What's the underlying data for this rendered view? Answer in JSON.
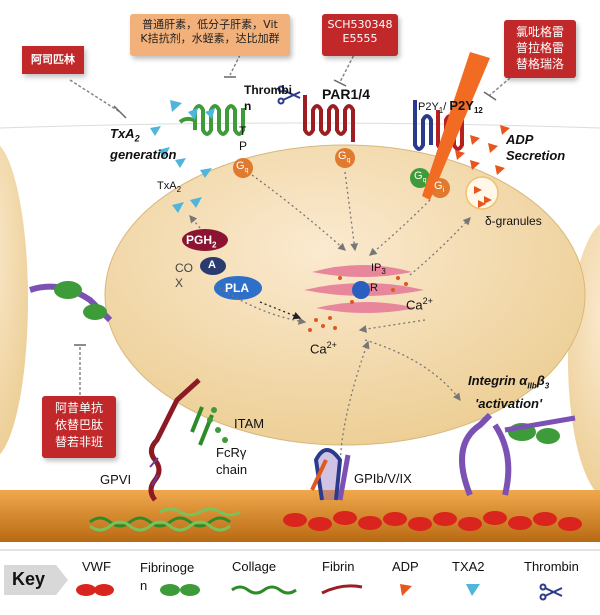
{
  "drug_boxes": {
    "aspirin": "阿司匹林",
    "heparin_line1": "普通肝素，低分子肝素，Vit",
    "heparin_line2": "K拮抗剂，水蛭素，达比加群",
    "par1_antag_line1": "SCH530348",
    "par1_antag_line2": "E5555",
    "p2y12_line1": "氯吡格雷",
    "p2y12_line2": "普拉格雷",
    "p2y12_line3": "替格瑞洛",
    "gp2b3a_line1": "阿昔单抗",
    "gp2b3a_line2": "依替巴肽",
    "gp2b3a_line3": "替若非班"
  },
  "labels": {
    "txa2_generation_1": "TxA",
    "txa2_generation_sub": "2",
    "txa2_generation_2": "generation",
    "thrombin_1": "Thrombi",
    "thrombin_2": "n",
    "par": "PAR1/4",
    "tp_t": "T",
    "tp_p": "P",
    "gq": "G",
    "gq_sub": "q",
    "txa2": "TxA",
    "txa2_sub": "2",
    "p2y1": "P2Y",
    "p2y1_sub": "1",
    "p2y12": "P2Y",
    "p2y12_sub": "12",
    "gi": "G",
    "gi_sub": "i",
    "adp_secretion_1": "ADP",
    "adp_secretion_2": "Secretion",
    "delta_granules": "δ-granules",
    "pgh": "PGH",
    "pgh_sub": "2",
    "cox_1": "CO",
    "cox_2": "X",
    "a": "A",
    "pla": "PLA",
    "ip3": "IP",
    "ip3_sub": "3",
    "r": "R",
    "ca2_right": "Ca",
    "ca2_left": "Ca",
    "ca_sup": "2+",
    "integrin_1": "Integrin α",
    "integrin_sub": "IIb",
    "integrin_2": "β",
    "integrin_sub2": "3",
    "activation": "'activation'",
    "itam": "ITAM",
    "fcr_1": "FcRγ",
    "fcr_2": "chain",
    "gpvi": "GPVI",
    "gpib": "GPIb/V/IX"
  },
  "key": {
    "title": "Key",
    "vwf": "VWF",
    "fibrinogen_1": "Fibrinoge",
    "fibrinogen_2": "n",
    "collagen": "Collage",
    "fibrin": "Fibrin",
    "adp": "ADP",
    "txa2": "TXA2",
    "thrombin": "Thrombin"
  },
  "colors": {
    "platelet": "#f0d8a4",
    "drug_red": "#c0282a",
    "drug_orange": "#f2b07a",
    "receptor_green": "#3e9b3a",
    "receptor_red": "#9c1e22",
    "receptor_blue": "#2a3b8c",
    "gprotein": "#e07a2e",
    "adp": "#e8561e",
    "txa2": "#4fb5dc",
    "vwf": "#d9251d",
    "purple": "#7b52b3"
  }
}
